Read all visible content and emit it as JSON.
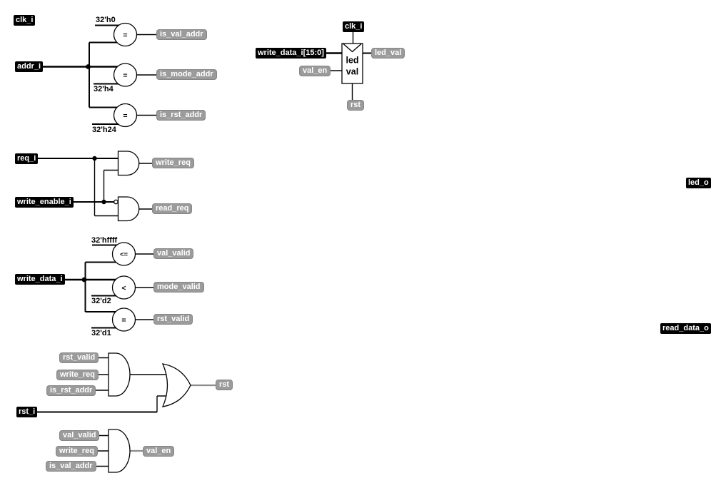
{
  "colors": {
    "background": "#ffffff",
    "port_label_bg": "#000000",
    "port_label_text": "#ffffff",
    "net_label_bg": "#9b9b9b",
    "net_label_text": "#ffffff",
    "wire": "#000000",
    "net_wire": "#8c8c8c"
  },
  "ports": {
    "clk_i": "clk_i",
    "addr_i": "addr_i",
    "req_i": "req_i",
    "write_enable_i": "write_enable_i",
    "write_data_i": "write_data_i",
    "rst_i": "rst_i",
    "write_data_i_slice": "write_data_i[15:0]",
    "led_o": "led_o",
    "read_data_o": "read_data_o"
  },
  "nets": {
    "is_val_addr": "is_val_addr",
    "is_mode_addr": "is_mode_addr",
    "is_rst_addr": "is_rst_addr",
    "write_req": "write_req",
    "read_req": "read_req",
    "val_valid": "val_valid",
    "mode_valid": "mode_valid",
    "rst_valid": "rst_valid",
    "rst": "rst",
    "val_en": "val_en",
    "led_val": "led_val"
  },
  "constants": {
    "val_addr": "32'h0",
    "mode_addr": "32'h4",
    "rst_addr": "32'h24",
    "val_max": "32'hffff",
    "mode_max": "32'd2",
    "rst_match": "32'd1"
  },
  "operators": {
    "eq": "=",
    "lte": "<=",
    "lt": "<"
  },
  "register_cell": {
    "line1": "led",
    "line2": "val"
  }
}
